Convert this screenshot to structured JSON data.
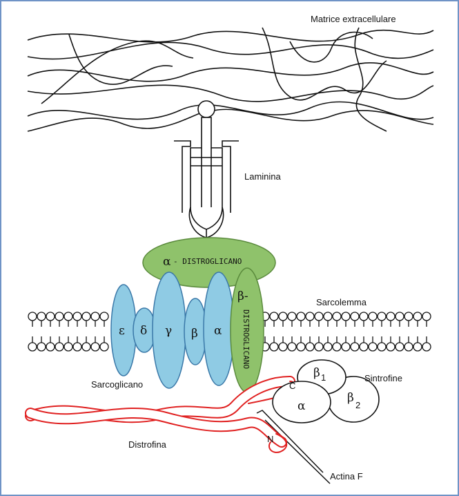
{
  "labels": {
    "ecm": "Matrice extracellulare",
    "laminin": "Laminina",
    "sarcolemma": "Sarcolemma",
    "sarcoglycan": "Sarcoglicano",
    "syntrophins": "Sintrofine",
    "dystrophin": "Distrofina",
    "actin": "Actina  F"
  },
  "dystroglycan": {
    "alpha_symbol": "α",
    "alpha_text": "- DISTROGLICANO",
    "beta_symbol": "β-",
    "beta_text": "DISTROGLICANO"
  },
  "sarcoglycan_subunits": [
    "ε",
    "δ",
    "γ",
    "β",
    "α"
  ],
  "syntrophin_subunits": {
    "b1": "β",
    "b1_sub": "1",
    "a": "α",
    "b2": "β",
    "b2_sub": "2"
  },
  "dystrophin_ends": {
    "c_term": "C",
    "n_term": "N"
  },
  "colors": {
    "frame": "#6f93c6",
    "dystroglycan": "#8fc26b",
    "dystroglycan_stroke": "#5a8a3c",
    "sarcoglycan": "#8fcbe4",
    "sarcoglycan_stroke": "#3a78a8",
    "dystrophin": "#e02020"
  }
}
